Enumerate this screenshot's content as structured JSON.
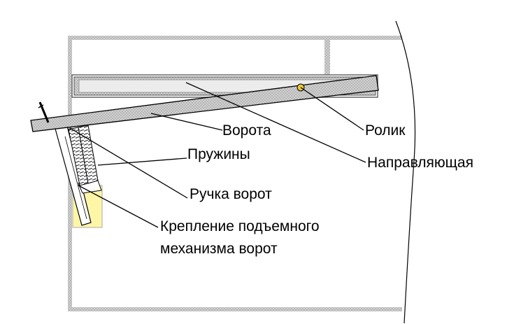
{
  "labels": {
    "vorota": "Ворота",
    "rolik": "Ролик",
    "pruzhiny": "Пружины",
    "napravlyayushchaya": "Направляющая",
    "ruchka_vorot": "Ручка ворот",
    "kreplenie_line1": "Крепление подъемного",
    "kreplenie_line2": "механизма ворот"
  },
  "colors": {
    "frame": "#b8b8b8",
    "beam": "#c9c9c9",
    "mount": "#fdf6a6",
    "roller": "#e8c640",
    "outline": "#000000"
  }
}
